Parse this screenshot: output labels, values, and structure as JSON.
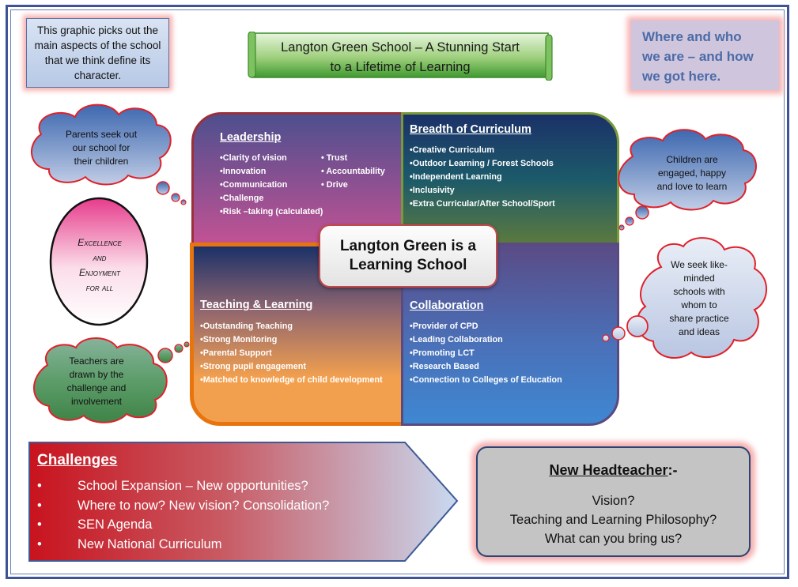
{
  "intro_note": {
    "text": "This graphic picks out the main aspects of the school that we think define its character."
  },
  "title": {
    "line1": "Langton Green School – A Stunning Start",
    "line2": "to a Lifetime of Learning"
  },
  "where_note": {
    "line1": "Where and who",
    "line2": "we are  – and how",
    "line3": "we got here."
  },
  "quadrants": {
    "leadership": {
      "title": "Leadership",
      "col1": [
        "•Clarity of vision",
        "•Innovation",
        "•Communication",
        "•Challenge",
        "•Risk –taking (calculated)"
      ],
      "col2": [
        "• Trust",
        "• Accountability",
        "• Drive"
      ]
    },
    "breadth": {
      "title": "Breadth of Curriculum",
      "items": [
        "•Creative  Curriculum",
        "•Outdoor Learning / Forest Schools",
        "•Independent Learning",
        "•Inclusivity",
        "•Extra Curricular/After School/Sport"
      ]
    },
    "teaching": {
      "title": "Teaching & Learning",
      "items": [
        "•Outstanding Teaching",
        "•Strong Monitoring",
        "•Parental Support",
        "•Strong pupil engagement",
        "•Matched to knowledge of child development"
      ]
    },
    "collaboration": {
      "title": "Collaboration",
      "items": [
        "•Provider of CPD",
        "•Leading Collaboration",
        "•Promoting LCT",
        "•Research Based",
        "•Connection to Colleges of Education"
      ]
    }
  },
  "center": {
    "line1": "Langton Green is a",
    "line2": "Learning School"
  },
  "clouds": {
    "parents": [
      "Parents seek out",
      "our school for",
      "their  children"
    ],
    "children": [
      "Children are",
      "engaged, happy",
      "and love to learn"
    ],
    "schools": [
      "We seek like-",
      "minded",
      "schools with",
      "whom to",
      "share practice",
      "and ideas"
    ],
    "teachers": [
      "Teachers are",
      "drawn by the",
      "challenge and",
      "involvement"
    ]
  },
  "motto": {
    "line1": "Excellence",
    "line2": "and",
    "line3": "Enjoyment",
    "line4": "for all"
  },
  "challenges": {
    "title": "Challenges",
    "bullet": "•",
    "items": [
      "School Expansion – New opportunities?",
      "Where to now? New vision? Consolidation?",
      "SEN Agenda",
      "New National Curriculum"
    ]
  },
  "headteacher": {
    "title": "New Headteacher",
    "suffix": ":-",
    "lines": [
      "Vision?",
      "Teaching and Learning Philosophy?",
      "What can you bring us?"
    ]
  },
  "colors": {
    "frame": "#3e5496",
    "title_green": "#58a843",
    "cloud_fill": "#3f6db5",
    "cloud_border": "#e8202a",
    "challenge_red": "#c8131e",
    "headteacher_gray": "#c4c4c4"
  }
}
